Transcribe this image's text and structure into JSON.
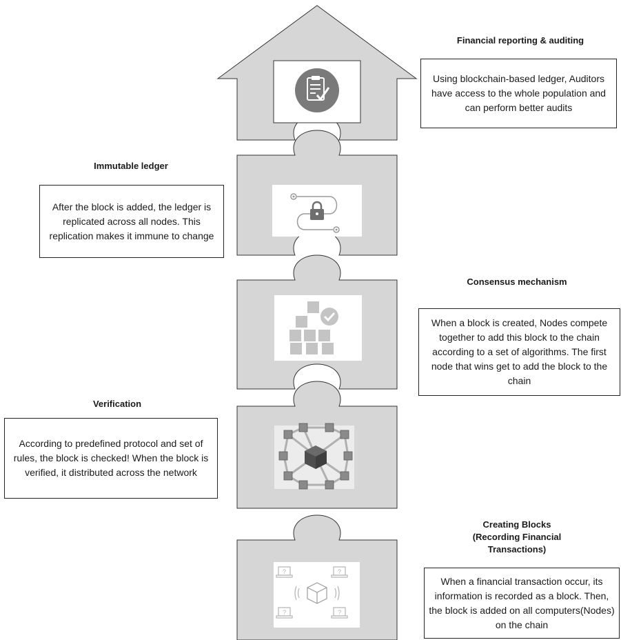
{
  "stages": [
    {
      "id": "financial-reporting",
      "title": "Financial reporting & auditing",
      "description": "Using blockchain-based ledger, Auditors have access to the whole population and can perform better audits",
      "icon": "clipboard-check-icon"
    },
    {
      "id": "immutable-ledger",
      "title": "Immutable ledger",
      "description": "After the block is added, the ledger is replicated across all nodes. This replication makes it immune to change",
      "icon": "lock-path-icon"
    },
    {
      "id": "consensus",
      "title": "Consensus mechanism",
      "description": "When a block is created, Nodes compete together to add this block to the chain according to a set of algorithms. The first node that wins get to add the block to the chain",
      "icon": "stacked-blocks-check-icon"
    },
    {
      "id": "verification",
      "title": "Verification",
      "description": "According to predefined protocol and set of rules, the block is checked! When the block is verified, it distributed across the network",
      "icon": "network-cube-icon"
    },
    {
      "id": "creating-blocks",
      "title": "Creating Blocks (Recording Financial Transactions)",
      "description": "When a financial transaction occur, its information is recorded as a block. Then, the block is added on all computers(Nodes) on the chain",
      "icon": "computers-block-icon"
    }
  ]
}
